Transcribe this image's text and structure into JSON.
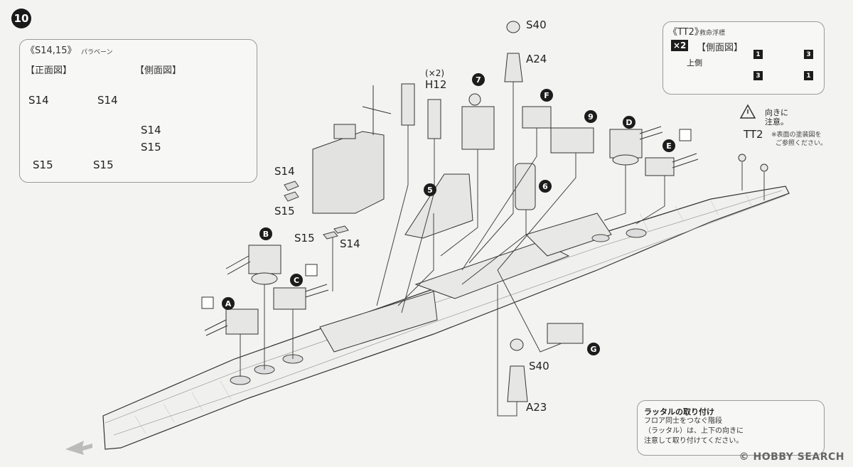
{
  "step": "10",
  "inset_parabane": {
    "title": "《S14,15》",
    "subtitle": "パラベーン",
    "front_view": "【正面図】",
    "side_view": "【側面図】",
    "labels": {
      "s14_left": "S14",
      "s14_right": "S14",
      "s15_left": "S15",
      "s15_right": "S15",
      "side_s14": "S14",
      "side_s15": "S15"
    }
  },
  "inset_tt2": {
    "title": "《TT2》",
    "subtitle": "救命浮標",
    "multiplier": "×2",
    "side_view": "【側面図】",
    "up_side": "上側",
    "numbers": [
      "1",
      "3",
      "3",
      "1"
    ]
  },
  "caution": {
    "line1": "向きに",
    "line2": "注意。"
  },
  "tt2_label": "TT2",
  "tt2_note": {
    "line1": "※表面の塗装図を",
    "line2": "ご参照ください。"
  },
  "part_labels": {
    "s40_top": "S40",
    "a24": "A24",
    "h12_qty": "(×2)",
    "h12": "H12",
    "s14_a": "S14",
    "s15_a": "S15",
    "s15_b": "S15",
    "s14_b": "S14",
    "s40_bottom": "S40",
    "a23": "A23"
  },
  "markers": [
    "7",
    "F",
    "9",
    "D",
    "E",
    "5",
    "6",
    "B",
    "C",
    "A",
    "G"
  ],
  "note": {
    "title": "ラッタルの取り付け",
    "line1": "フロア同士をつなぐ階段",
    "line2": "（ラッタル）は、上下の向きに",
    "line3": "注意して取り付けてください。"
  },
  "watermark": "© HOBBY SEARCH"
}
